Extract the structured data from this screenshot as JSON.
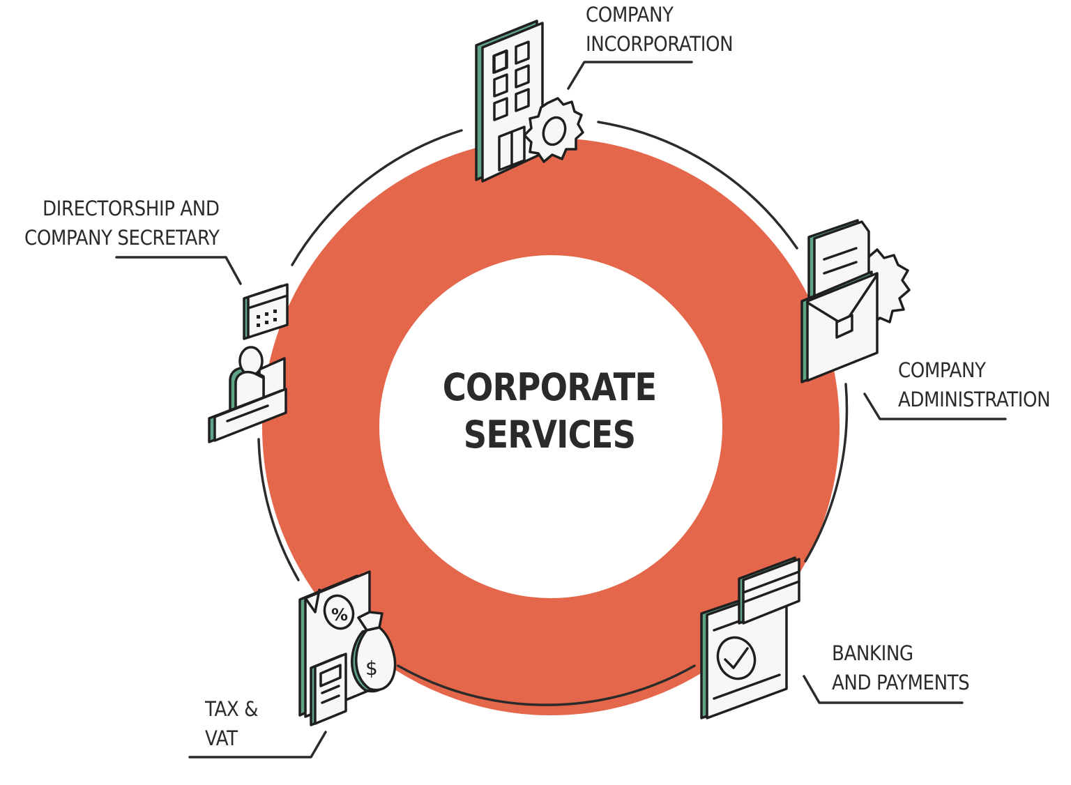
{
  "title": {
    "line1": "CORPORATE",
    "line2": "SERVICES"
  },
  "services": [
    {
      "key": "incorporation",
      "line1": "COMPANY",
      "line2": "INCORPORATION",
      "icon": "office-building-gear-icon"
    },
    {
      "key": "administration",
      "line1": "COMPANY",
      "line2": "ADMINISTRATION",
      "icon": "briefcase-documents-gear-icon"
    },
    {
      "key": "banking",
      "line1": "BANKING",
      "line2": "AND PAYMENTS",
      "icon": "smartphone-card-icon"
    },
    {
      "key": "tax",
      "line1": "TAX &",
      "line2": "VAT",
      "icon": "tax-document-money-bag-icon"
    },
    {
      "key": "directorship",
      "line1": "DIRECTORSHIP AND",
      "line2": "COMPANY SECRETARY",
      "icon": "person-desk-calendar-icon"
    }
  ],
  "colors": {
    "ring": "#e5674b",
    "ink": "#1f1f1f",
    "accent": "#5fa487",
    "background": "#ffffff",
    "icon_fill": "#f7f7f5"
  }
}
